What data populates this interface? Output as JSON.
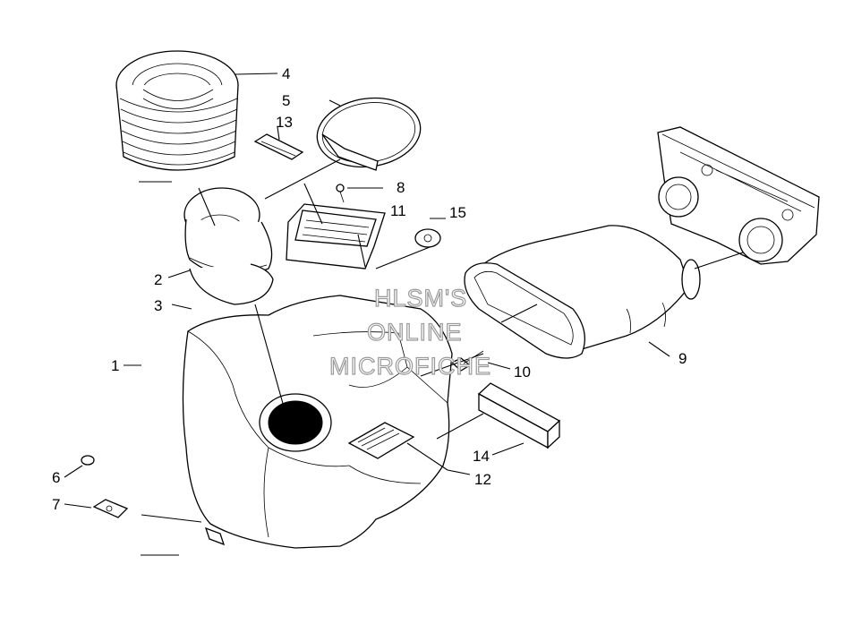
{
  "diagram": {
    "callouts": [
      {
        "id": "1",
        "label": "1"
      },
      {
        "id": "2",
        "label": "2"
      },
      {
        "id": "3",
        "label": "3"
      },
      {
        "id": "4",
        "label": "4"
      },
      {
        "id": "5",
        "label": "5"
      },
      {
        "id": "6",
        "label": "6"
      },
      {
        "id": "7",
        "label": "7"
      },
      {
        "id": "8",
        "label": "8"
      },
      {
        "id": "9",
        "label": "9"
      },
      {
        "id": "10",
        "label": "10"
      },
      {
        "id": "11",
        "label": "11"
      },
      {
        "id": "12",
        "label": "12"
      },
      {
        "id": "13",
        "label": "13"
      },
      {
        "id": "14",
        "label": "14"
      },
      {
        "id": "15",
        "label": "15"
      }
    ],
    "watermark": {
      "line1": "HLSM'S",
      "line2": "ONLINE",
      "line3": "MICROFICHE"
    }
  }
}
